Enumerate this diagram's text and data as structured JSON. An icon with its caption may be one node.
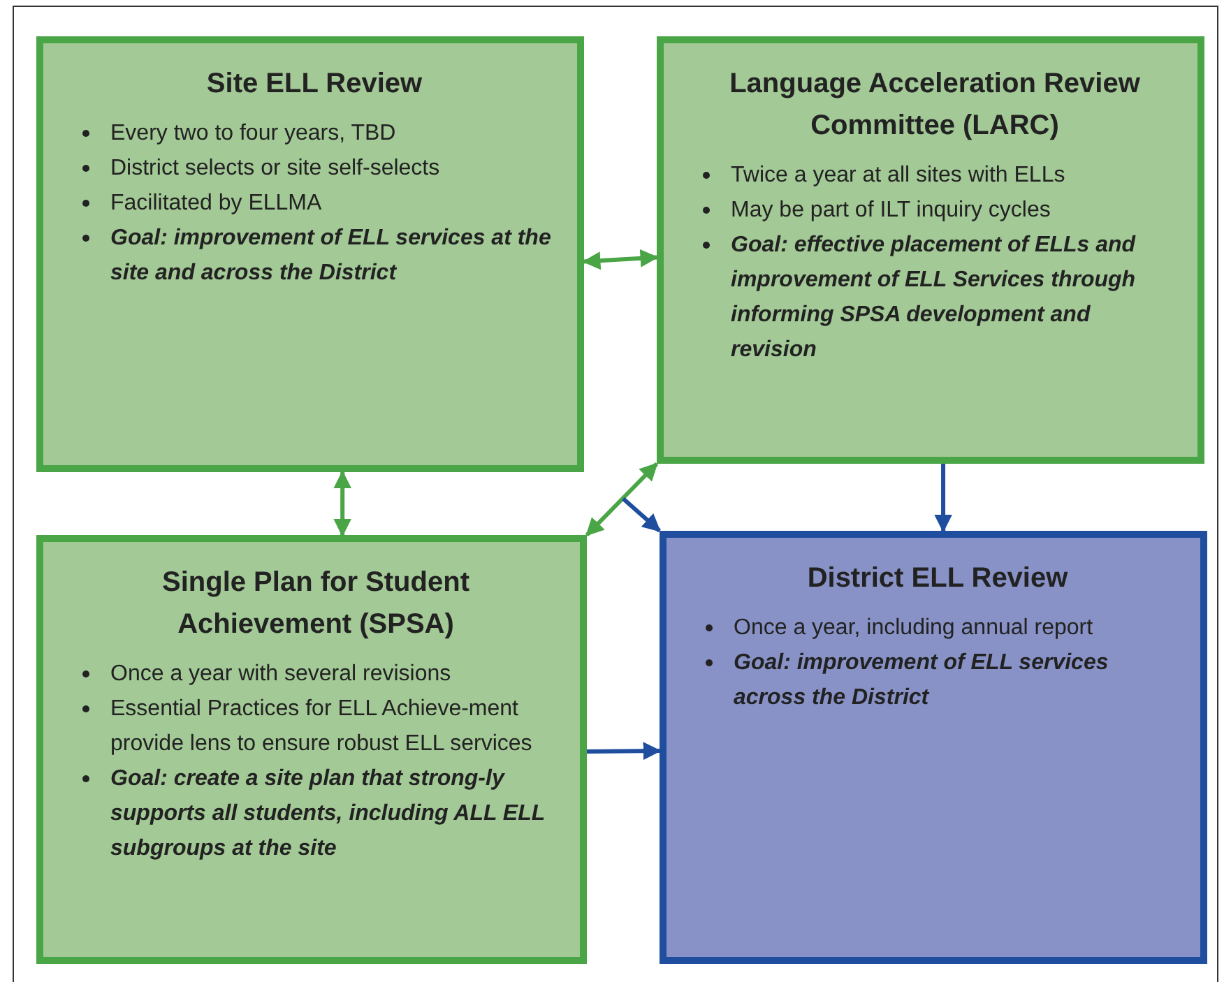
{
  "diagram": {
    "nodes": [
      {
        "text": [
          "Site ELL Review",
          "Every two to four years, TBD",
          "District selects or site self-selects",
          "Facilitated by ELLMA",
          "Goal: improvement of ELL services at the site and across the District"
        ]
      },
      {
        "text": [
          "Language Acceleration Review Committee (LARC)",
          "Twice a year at all sites with ELLs",
          "May be part of ILT inquiry cycles",
          "Goal: effective placement of ELLs and improvement of ELL Services through informing SPSA development and revision"
        ]
      },
      {
        "text": [
          "Single Plan for Student Achievement (SPSA)",
          "Once a year with several revisions",
          "Essential Practices for ELL Achieve-ment provide lens to ensure robust ELL services",
          "Goal: create a site plan that strong-ly supports all students, including ALL ELL subgroups at the site"
        ]
      },
      {
        "text": [
          "District ELL Review",
          "Once a year, including annual report",
          "Goal: improvement of ELL services across the District"
        ]
      }
    ],
    "edges": [
      {
        "from": 0,
        "to": 1,
        "arrow": "both",
        "color": "#4aa546"
      },
      {
        "from": 0,
        "to": 2,
        "arrow": "both",
        "color": "#4aa546"
      },
      {
        "from": 1,
        "to": 2,
        "arrow": "both",
        "color": "#4aa546"
      },
      {
        "from": 1,
        "to": 3,
        "arrow": "to",
        "color": "#1f4e9e"
      },
      {
        "from": null,
        "to": 3,
        "arrow": "to",
        "color": "#1f4e9e"
      },
      {
        "from": 2,
        "to": 3,
        "arrow": "to",
        "color": "#1f4e9e"
      }
    ]
  }
}
